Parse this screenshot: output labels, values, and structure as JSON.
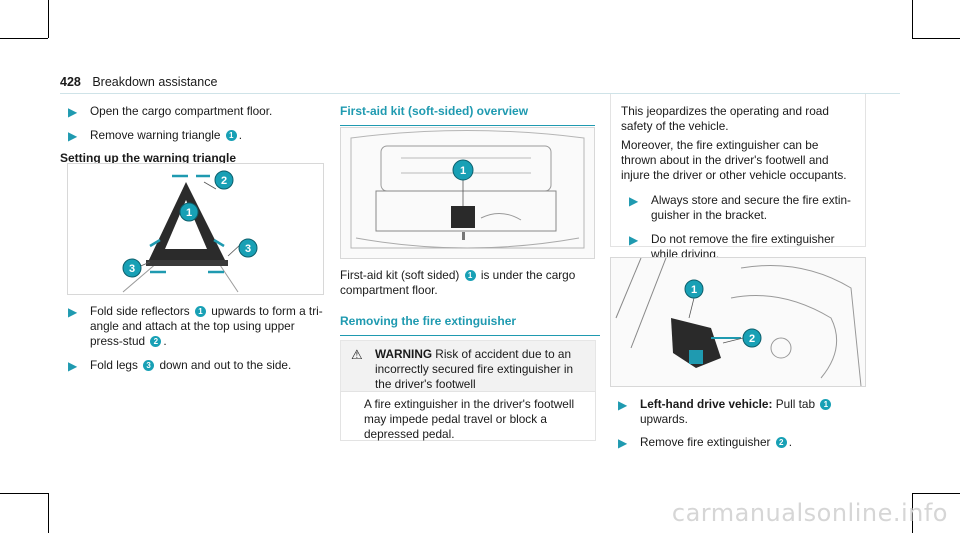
{
  "header": {
    "page_number": "428",
    "section": "Breakdown assistance"
  },
  "left": {
    "step1": "Open the cargo compartment floor.",
    "step2_pre": "Remove warning triangle",
    "step2_num": "1",
    "step2_post": ".",
    "heading": "Setting up the warning triangle",
    "fig_labels": [
      "2",
      "1",
      "3",
      "3"
    ],
    "step3_pre": "Fold side reflectors",
    "step3_num": "1",
    "step3_mid": "upwards to form a tri-",
    "step3_l2": "angle and attach at the top using upper",
    "step3_l3_pre": "press-stud",
    "step3_num2": "2",
    "step3_l3_post": ".",
    "step4_pre": "Fold legs",
    "step4_num": "3",
    "step4_post": "down and out to the side."
  },
  "middle": {
    "heading": "First-aid kit (soft-sided) overview",
    "fig_label": "1",
    "caption_pre": "First-aid kit (soft sided)",
    "caption_num": "1",
    "caption_post": "is under the cargo",
    "caption_l2": "compartment floor.",
    "heading2": "Removing the fire extinguisher",
    "warning_title": "WARNING",
    "warning_l1": "Risk of accident due to an",
    "warning_l2": "incorrectly secured fire extinguisher in",
    "warning_l3": "the driver's footwell",
    "body_l1": "A fire extinguisher in the driver's footwell",
    "body_l2": "may impede pedal travel or block a",
    "body_l3": "depressed pedal."
  },
  "right": {
    "p1_l1": "This jeopardizes the operating and road",
    "p1_l2": "safety of the vehicle.",
    "p2_l1": "Moreover, the fire extinguisher can be",
    "p2_l2": "thrown about in the driver's footwell and",
    "p2_l3": "injure the driver or other vehicle occupants.",
    "b1_l1": "Always store and secure the fire extin-",
    "b1_l2": "guisher in the bracket.",
    "b2_l1": "Do not remove the fire extinguisher",
    "b2_l2": "while driving.",
    "fig_labels": [
      "1",
      "2"
    ],
    "step_bold": "Left-hand drive vehicle:",
    "step_pre": "Pull tab",
    "step_num": "1",
    "step_l2": "upwards.",
    "step2_pre": "Remove fire extinguisher",
    "step2_num": "2",
    "step2_post": "."
  },
  "watermark": "carmanualsonline.info",
  "colors": {
    "accent": "#1f9ab0",
    "badge": "#18a0b5"
  }
}
